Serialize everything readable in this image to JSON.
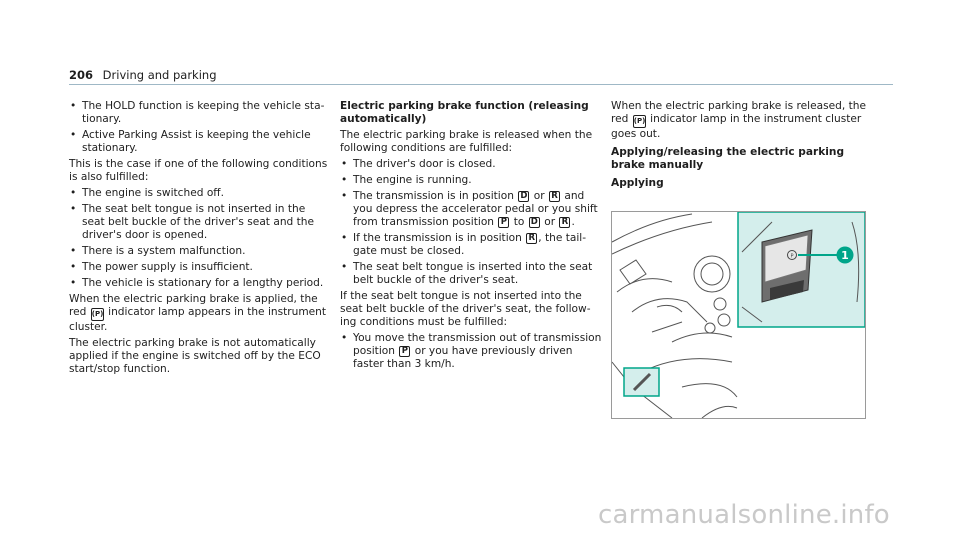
{
  "header": {
    "page_number": "206",
    "section": "Driving and parking"
  },
  "col1": {
    "bullets_top": [
      "The HOLD function is keeping the vehicle sta­tionary.",
      "Active Parking Assist is keeping the vehicle stationary."
    ],
    "para1": "This is the case if one of the following conditions is also fulfilled:",
    "bullets_conditions": [
      "The engine is switched off.",
      "The seat belt tongue is not inserted in the seat belt buckle of the driver's seat and the driver's door is opened.",
      "There is a system malfunction.",
      "The power supply is insufficient.",
      "The vehicle is stationary for a lengthy period."
    ],
    "para2_a": "When the electric parking brake is applied, the red",
    "para2_b": "indicator lamp appears in the instru­ment cluster.",
    "para3": "The electric parking brake is not automatically applied if the engine is switched off by the ECO start/stop function."
  },
  "col2": {
    "heading": "Electric parking brake function (releasing automatically)",
    "intro": "The electric parking brake is released when the following conditions are fulfilled:",
    "b1": "The driver's door is closed.",
    "b2": "The engine is running.",
    "b3": {
      "t1": "The transmission is in position",
      "s1": "D",
      "t2": "or",
      "s2": "R",
      "t3": "and you depress the accelerator pedal or you shift from transmission position",
      "s3": "P",
      "t4": "to",
      "s4": "D",
      "t5": "or",
      "s5": "R",
      "t6": "."
    },
    "b4": {
      "t1": "If the transmission is in position",
      "s1": "R",
      "t2": ", the tail­gate must be closed."
    },
    "b5": "The seat belt tongue is inserted into the seat belt buckle of the driver's seat.",
    "para": "If the seat belt tongue is not inserted into the seat belt buckle of the driver's seat, the follow­ing conditions must be fulfilled:",
    "b6": {
      "t1": "You move the transmission out of transmis­sion position",
      "s1": "P",
      "t2": "or you have previously driven faster than 3 km/h."
    }
  },
  "col3": {
    "para_a": "When the electric parking brake is released, the red",
    "para_b": "indicator lamp in the instrument clus­ter goes out.",
    "heading": "Applying/releasing the electric parking brake manually",
    "subheading": "Applying",
    "figure": {
      "callout": "1",
      "switch_symbol": "(P)"
    }
  },
  "colors": {
    "accent": "#00a58a",
    "inset": "#d4eeec",
    "line": "#9fb8c6"
  },
  "watermark": "carmanualsonline.info"
}
